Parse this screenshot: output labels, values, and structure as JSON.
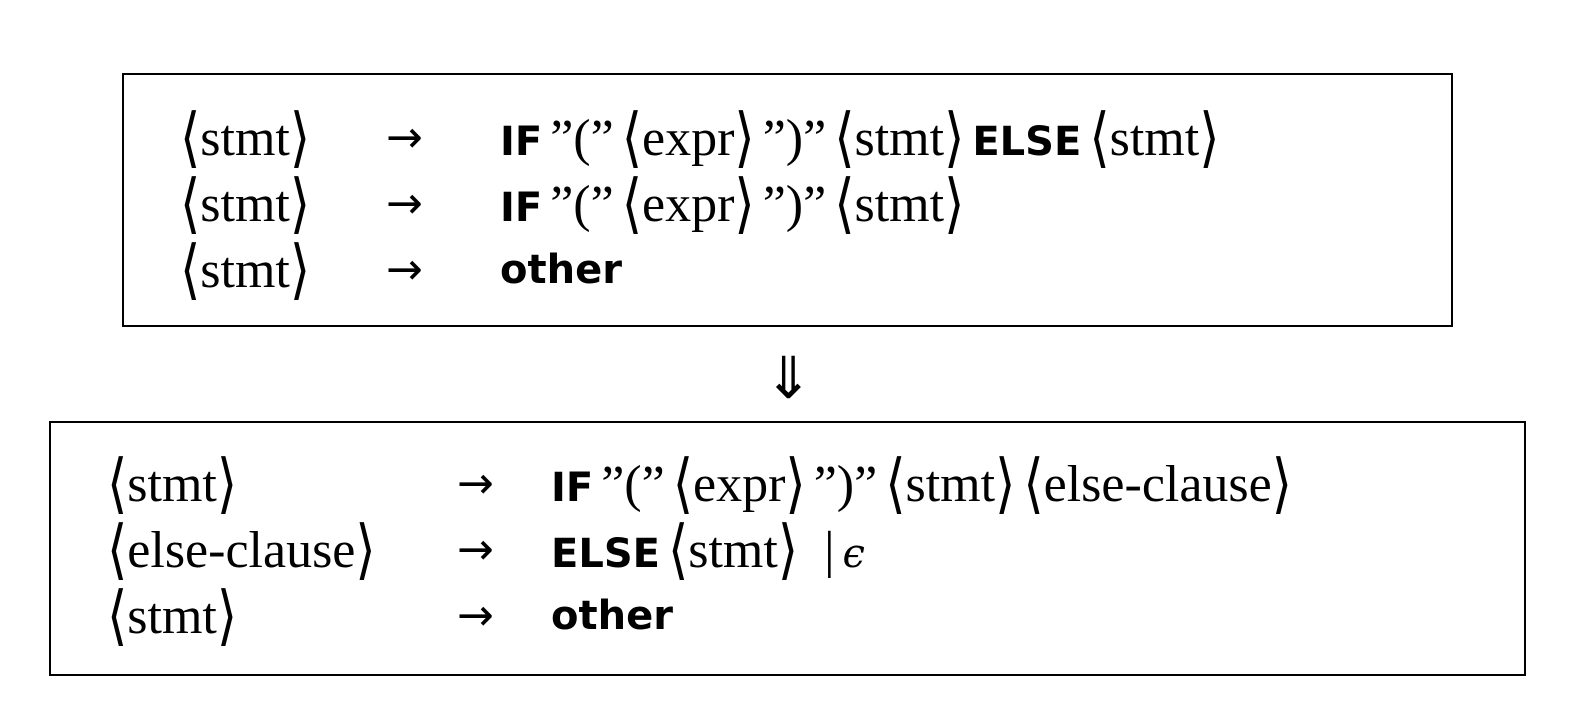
{
  "original_grammar": {
    "rules": [
      {
        "lhs": "stmt",
        "arrow": "→",
        "rhs": [
          {
            "kind": "kw",
            "text": "IF"
          },
          {
            "kind": "lit",
            "text": "”(”"
          },
          {
            "kind": "nt",
            "text": "expr"
          },
          {
            "kind": "lit",
            "text": "”)”"
          },
          {
            "kind": "nt",
            "text": "stmt"
          },
          {
            "kind": "kw",
            "text": "ELSE"
          },
          {
            "kind": "nt",
            "text": "stmt"
          }
        ]
      },
      {
        "lhs": "stmt",
        "arrow": "→",
        "rhs": [
          {
            "kind": "kw",
            "text": "IF"
          },
          {
            "kind": "lit",
            "text": "”(”"
          },
          {
            "kind": "nt",
            "text": "expr"
          },
          {
            "kind": "lit",
            "text": "”)”"
          },
          {
            "kind": "nt",
            "text": "stmt"
          }
        ]
      },
      {
        "lhs": "stmt",
        "arrow": "→",
        "rhs": [
          {
            "kind": "kw",
            "text": "other"
          }
        ]
      }
    ]
  },
  "transform_symbol": "⇓",
  "factored_grammar": {
    "rules": [
      {
        "lhs": "stmt",
        "arrow": "→",
        "rhs": [
          {
            "kind": "kw",
            "text": "IF"
          },
          {
            "kind": "lit",
            "text": "”(”"
          },
          {
            "kind": "nt",
            "text": "expr"
          },
          {
            "kind": "lit",
            "text": "”)”"
          },
          {
            "kind": "nt",
            "text": "stmt"
          },
          {
            "kind": "nt",
            "text": "else-clause"
          }
        ]
      },
      {
        "lhs": "else-clause",
        "arrow": "→",
        "rhs": [
          {
            "kind": "kw",
            "text": "ELSE"
          },
          {
            "kind": "nt",
            "text": "stmt"
          },
          {
            "kind": "bar",
            "text": "|"
          },
          {
            "kind": "eps",
            "text": "ϵ"
          }
        ]
      },
      {
        "lhs": "stmt",
        "arrow": "→",
        "rhs": [
          {
            "kind": "kw",
            "text": "other"
          }
        ]
      }
    ]
  }
}
